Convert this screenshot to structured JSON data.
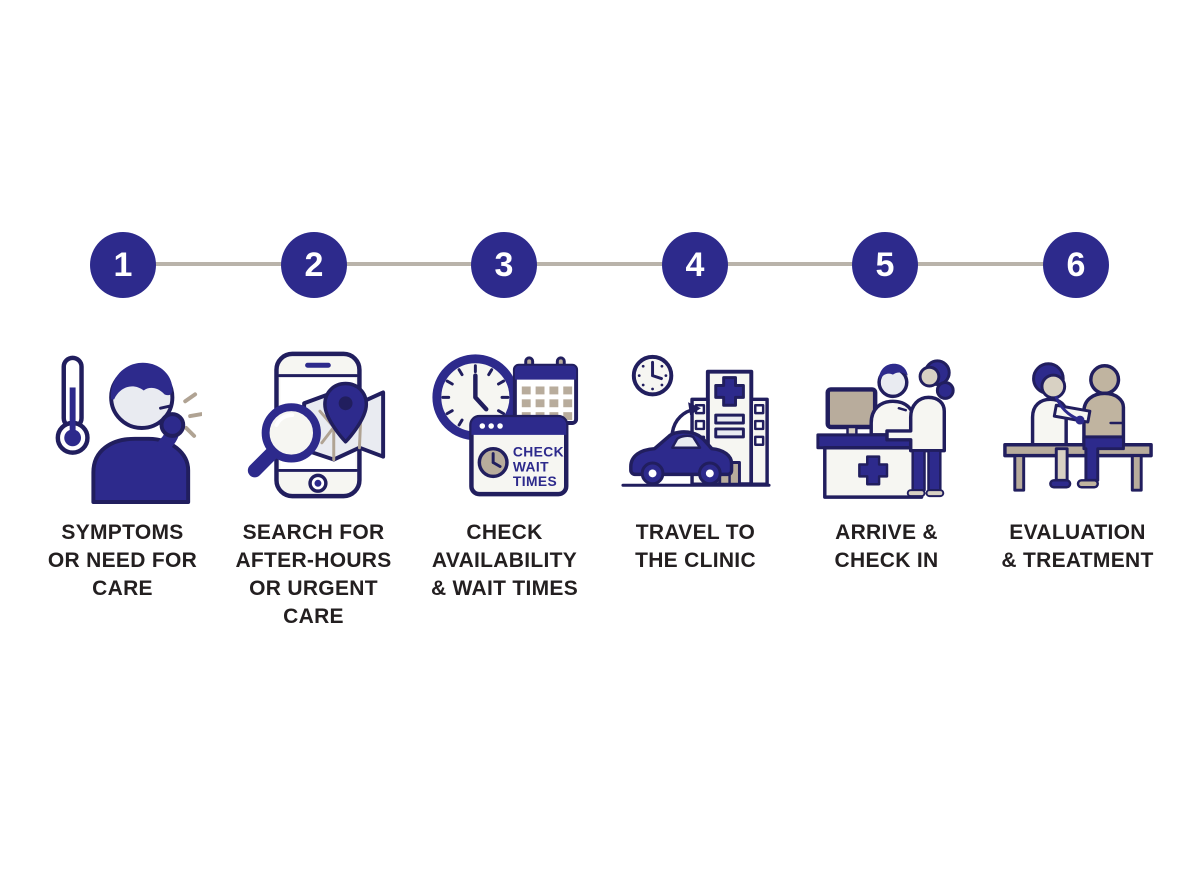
{
  "colors": {
    "primary_navy": "#2d2a8c",
    "outline_navy": "#211e5e",
    "timeline_line": "#b9b3aa",
    "label_text": "#231f20",
    "tan": "#b8ac9c",
    "tan_line": "#b0a393",
    "skin": "#d8d1c3",
    "skin_dark": "#c0b4a0",
    "light_fill": "#e9ebf1",
    "ivory_fill": "#f6f6f2",
    "background": "#ffffff"
  },
  "timeline": {
    "steps": [
      {
        "number": "1",
        "label": "SYMPTOMS OR NEED FOR CARE",
        "label_lines": [
          "SYMPTOMS",
          "OR NEED FOR",
          "CARE"
        ],
        "icon_name": "coughing-person-thermometer-icon"
      },
      {
        "number": "2",
        "label": "SEARCH FOR AFTER-HOURS OR URGENT CARE",
        "label_lines": [
          "SEARCH FOR",
          "AFTER-HOURS",
          "OR URGENT",
          "CARE"
        ],
        "icon_name": "phone-map-search-icon"
      },
      {
        "number": "3",
        "label": "CHECK AVAILABILITY & WAIT TIMES",
        "label_lines": [
          "CHECK",
          "AVAILABILITY",
          "& WAIT TIMES"
        ],
        "icon_name": "clock-calendar-wait-times-icon",
        "icon_text_lines": [
          "CHECK",
          "WAIT",
          "TIMES"
        ]
      },
      {
        "number": "4",
        "label": "TRAVEL TO THE CLINIC",
        "label_lines": [
          "TRAVEL TO",
          "THE CLINIC"
        ],
        "icon_name": "car-clock-clinic-icon"
      },
      {
        "number": "5",
        "label": "ARRIVE & CHECK IN",
        "label_lines": [
          "ARRIVE &",
          "CHECK IN"
        ],
        "icon_name": "reception-desk-checkin-icon"
      },
      {
        "number": "6",
        "label": "EVALUATION & TREATMENT",
        "label_lines": [
          "EVALUATION",
          "& TREATMENT"
        ],
        "icon_name": "doctor-patient-exam-icon"
      }
    ]
  }
}
